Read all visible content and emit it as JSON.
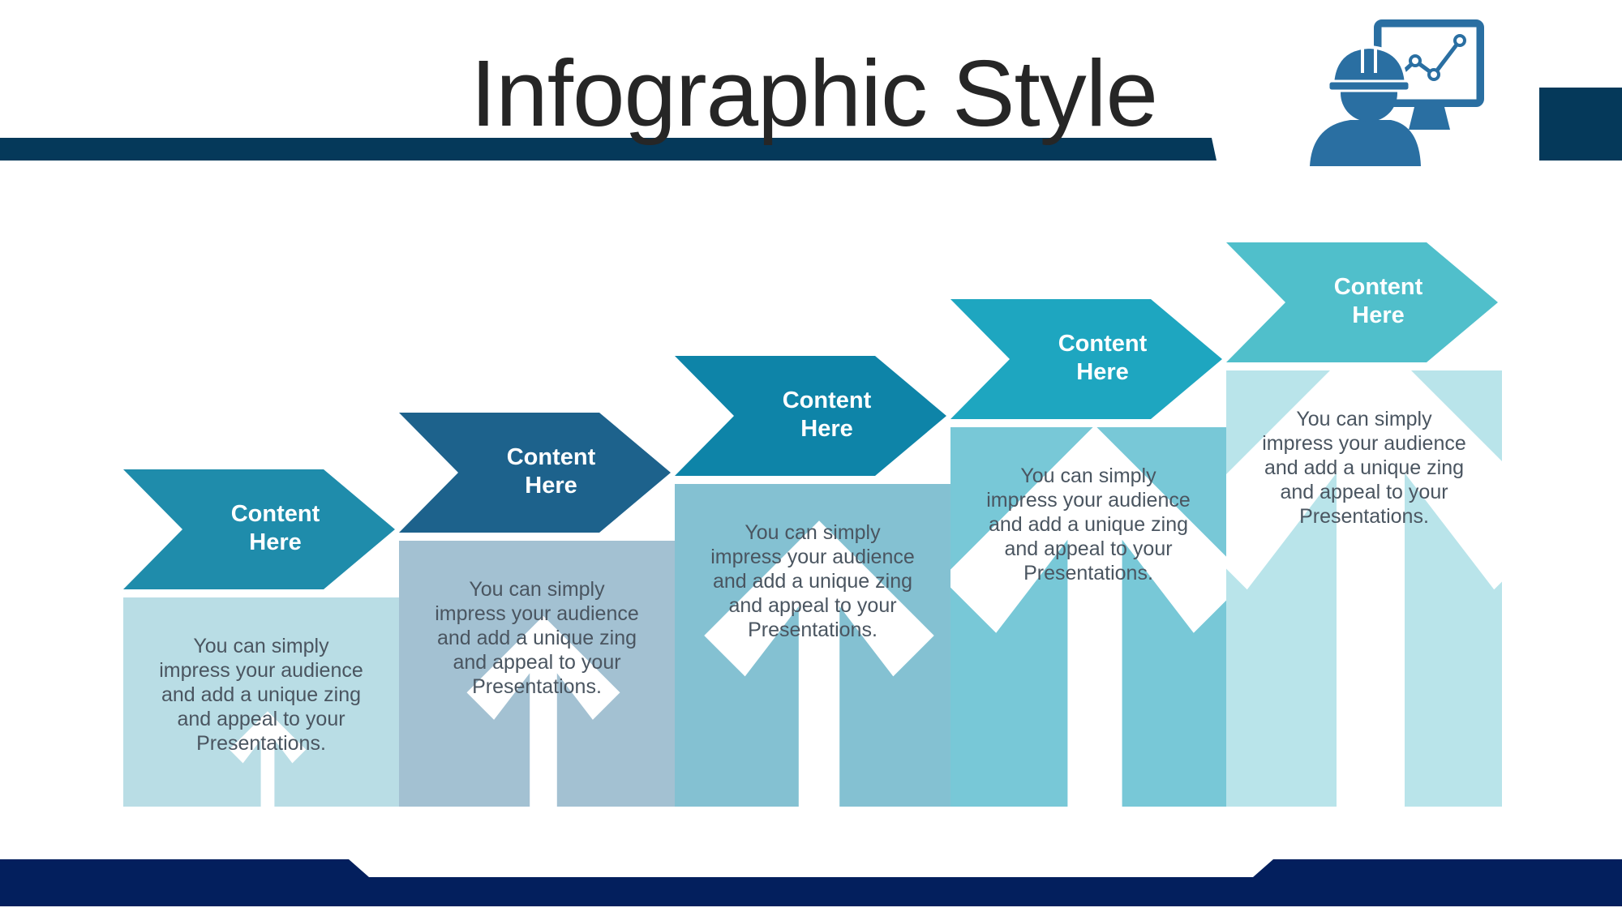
{
  "title": "Infographic Style",
  "icon": "engineer-with-chart-monitor-icon",
  "colors": {
    "header_bar": "#05395a",
    "footer_bar": "#031f5d",
    "title_text": "#262626",
    "body_text": "#4a5560",
    "icon": "#2a6fa2"
  },
  "steps": [
    {
      "heading_line1": "Content",
      "heading_line2": "Here",
      "body_lines": [
        "You can simply",
        "impress your audience",
        "and add a unique zing",
        "and appeal to your",
        "Presentations."
      ],
      "arrow_color": "#1f8cab",
      "block_color": "#b9dde5",
      "upward_arrow_icon": "up-arrow-icon"
    },
    {
      "heading_line1": "Content",
      "heading_line2": "Here",
      "body_lines": [
        "You can simply",
        "impress your audience",
        "and add a unique zing",
        "and appeal to your",
        "Presentations."
      ],
      "arrow_color": "#1d628c",
      "block_color": "#a3c1d2",
      "upward_arrow_icon": "up-arrow-icon"
    },
    {
      "heading_line1": "Content",
      "heading_line2": "Here",
      "body_lines": [
        "You can simply",
        "impress your audience",
        "and add a unique zing",
        "and appeal to your",
        "Presentations."
      ],
      "arrow_color": "#0e84a8",
      "block_color": "#84c1d2",
      "upward_arrow_icon": "up-arrow-icon"
    },
    {
      "heading_line1": "Content",
      "heading_line2": "Here",
      "body_lines": [
        "You can simply",
        "impress your audience",
        "and add a unique zing",
        "and appeal to your",
        "Presentations."
      ],
      "arrow_color": "#1ea6c0",
      "block_color": "#78c8d7",
      "upward_arrow_icon": "up-arrow-icon"
    },
    {
      "heading_line1": "Content",
      "heading_line2": "Here",
      "body_lines": [
        "You can simply",
        "impress your audience",
        "and add a unique zing",
        "and appeal to your",
        "Presentations."
      ],
      "arrow_color": "#50bfcb",
      "block_color": "#b9e4ea",
      "upward_arrow_icon": "up-arrow-icon"
    }
  ]
}
